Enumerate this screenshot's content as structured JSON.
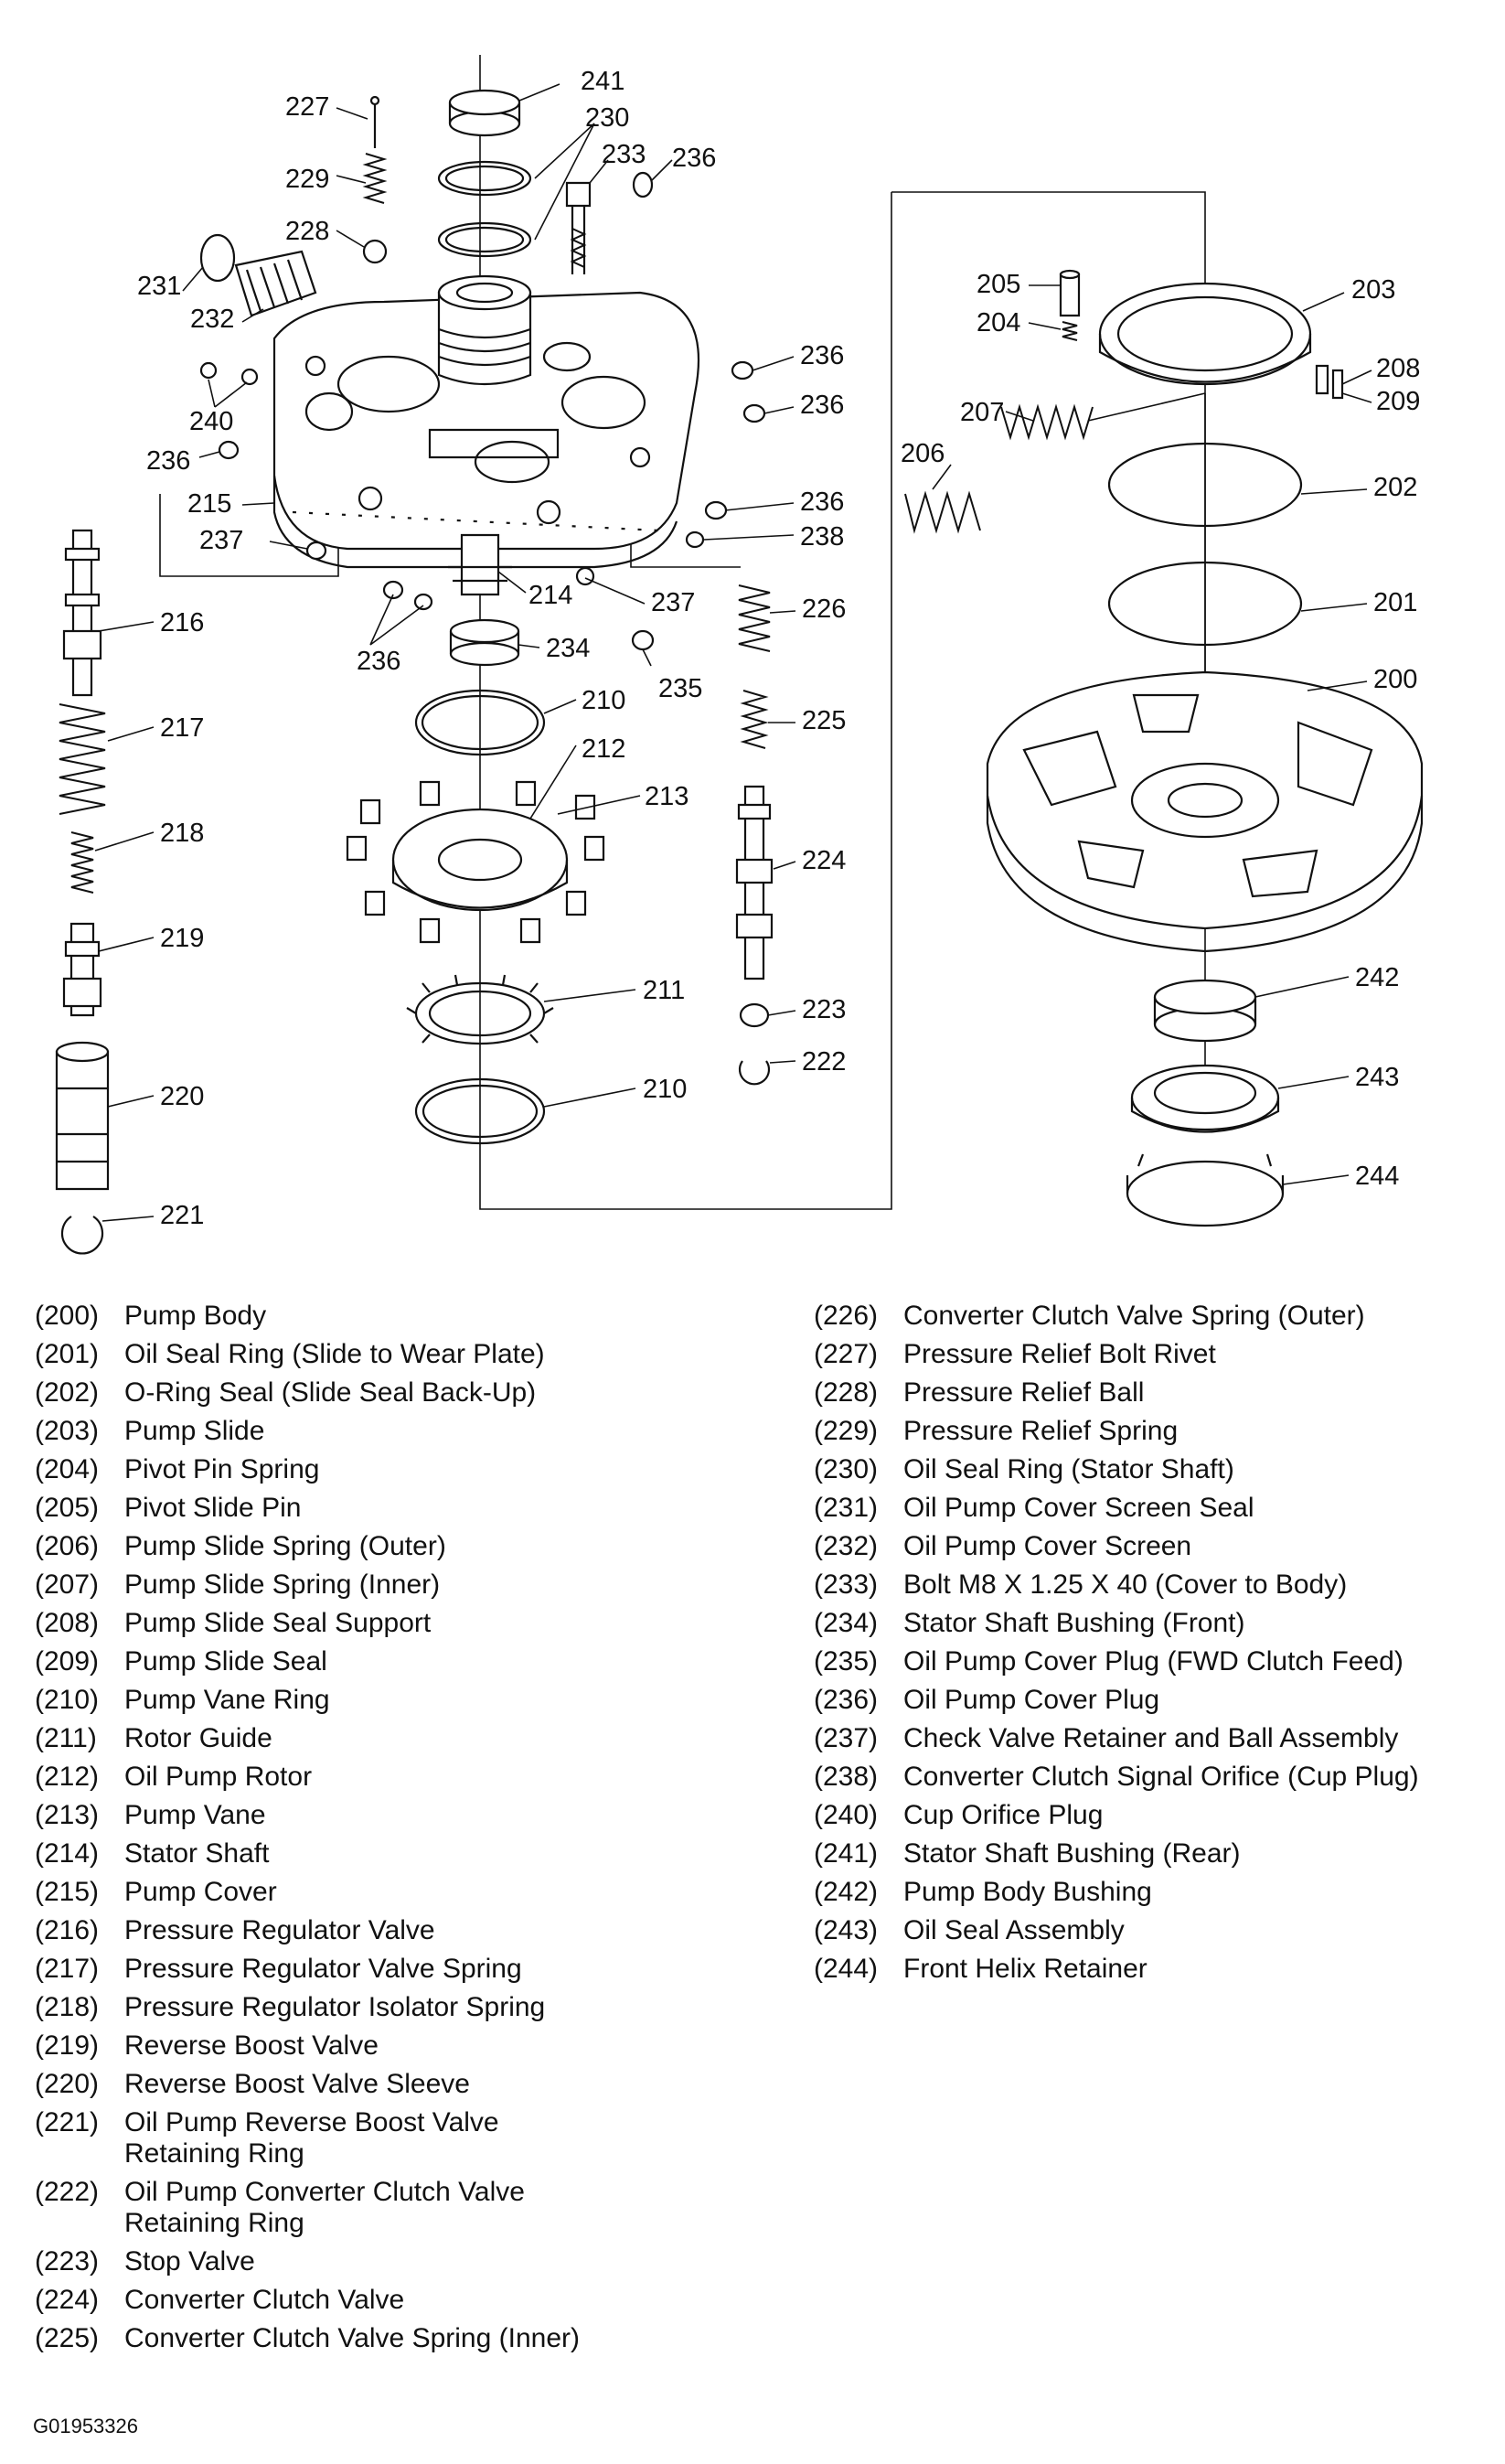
{
  "callouts": [
    "241",
    "230",
    "227",
    "229",
    "228",
    "233",
    "236",
    "231",
    "232",
    "240",
    "236",
    "236",
    "236",
    "215",
    "237",
    "236",
    "238",
    "214",
    "237",
    "236",
    "234",
    "235",
    "226",
    "210",
    "212",
    "213",
    "225",
    "216",
    "217",
    "218",
    "219",
    "224",
    "211",
    "223",
    "222",
    "220",
    "210",
    "221",
    "205",
    "203",
    "204",
    "208",
    "209",
    "207",
    "206",
    "202",
    "201",
    "200",
    "242",
    "243",
    "244"
  ],
  "legend": {
    "left": [
      {
        "num": "(200)",
        "desc": "Pump Body"
      },
      {
        "num": "(201)",
        "desc": "Oil Seal Ring (Slide to Wear Plate)"
      },
      {
        "num": "(202)",
        "desc": "O-Ring Seal (Slide Seal Back-Up)"
      },
      {
        "num": "(203)",
        "desc": "Pump Slide"
      },
      {
        "num": "(204)",
        "desc": "Pivot Pin Spring"
      },
      {
        "num": "(205)",
        "desc": "Pivot Slide Pin"
      },
      {
        "num": "(206)",
        "desc": "Pump Slide Spring (Outer)"
      },
      {
        "num": "(207)",
        "desc": "Pump Slide Spring (Inner)"
      },
      {
        "num": "(208)",
        "desc": "Pump Slide Seal Support"
      },
      {
        "num": "(209)",
        "desc": "Pump Slide Seal"
      },
      {
        "num": "(210)",
        "desc": "Pump Vane Ring"
      },
      {
        "num": "(211)",
        "desc": "Rotor Guide"
      },
      {
        "num": "(212)",
        "desc": "Oil Pump Rotor"
      },
      {
        "num": "(213)",
        "desc": "Pump Vane"
      },
      {
        "num": "(214)",
        "desc": "Stator Shaft"
      },
      {
        "num": "(215)",
        "desc": "Pump Cover"
      },
      {
        "num": "(216)",
        "desc": "Pressure Regulator Valve"
      },
      {
        "num": "(217)",
        "desc": "Pressure Regulator Valve Spring"
      },
      {
        "num": "(218)",
        "desc": "Pressure Regulator Isolator Spring"
      },
      {
        "num": "(219)",
        "desc": "Reverse Boost Valve"
      },
      {
        "num": "(220)",
        "desc": "Reverse Boost Valve Sleeve"
      },
      {
        "num": "(221)",
        "desc": "Oil Pump Reverse Boost Valve\nRetaining Ring"
      },
      {
        "num": "(222)",
        "desc": "Oil Pump Converter Clutch Valve\nRetaining Ring"
      },
      {
        "num": "(223)",
        "desc": "Stop Valve"
      },
      {
        "num": "(224)",
        "desc": "Converter Clutch Valve"
      },
      {
        "num": "(225)",
        "desc": "Converter Clutch Valve Spring (Inner)"
      }
    ],
    "right": [
      {
        "num": "(226)",
        "desc": "Converter Clutch Valve Spring (Outer)"
      },
      {
        "num": "(227)",
        "desc": "Pressure Relief Bolt Rivet"
      },
      {
        "num": "(228)",
        "desc": "Pressure Relief Ball"
      },
      {
        "num": "(229)",
        "desc": "Pressure Relief Spring"
      },
      {
        "num": "(230)",
        "desc": "Oil Seal Ring (Stator Shaft)"
      },
      {
        "num": "(231)",
        "desc": "Oil Pump Cover Screen Seal"
      },
      {
        "num": "(232)",
        "desc": "Oil Pump Cover Screen"
      },
      {
        "num": "(233)",
        "desc": "Bolt M8 X 1.25 X 40 (Cover to Body)"
      },
      {
        "num": "(234)",
        "desc": "Stator Shaft Bushing (Front)"
      },
      {
        "num": "(235)",
        "desc": "Oil Pump Cover Plug (FWD Clutch Feed)"
      },
      {
        "num": "(236)",
        "desc": "Oil Pump Cover Plug"
      },
      {
        "num": "(237)",
        "desc": "Check Valve Retainer and Ball Assembly"
      },
      {
        "num": "(238)",
        "desc": "Converter Clutch Signal Orifice (Cup Plug)"
      },
      {
        "num": "(240)",
        "desc": "Cup Orifice Plug"
      },
      {
        "num": "(241)",
        "desc": "Stator Shaft Bushing (Rear)"
      },
      {
        "num": "(242)",
        "desc": "Pump Body Bushing"
      },
      {
        "num": "(243)",
        "desc": "Oil Seal Assembly"
      },
      {
        "num": "(244)",
        "desc": "Front Helix Retainer"
      }
    ]
  },
  "figure_id": "G01953326"
}
